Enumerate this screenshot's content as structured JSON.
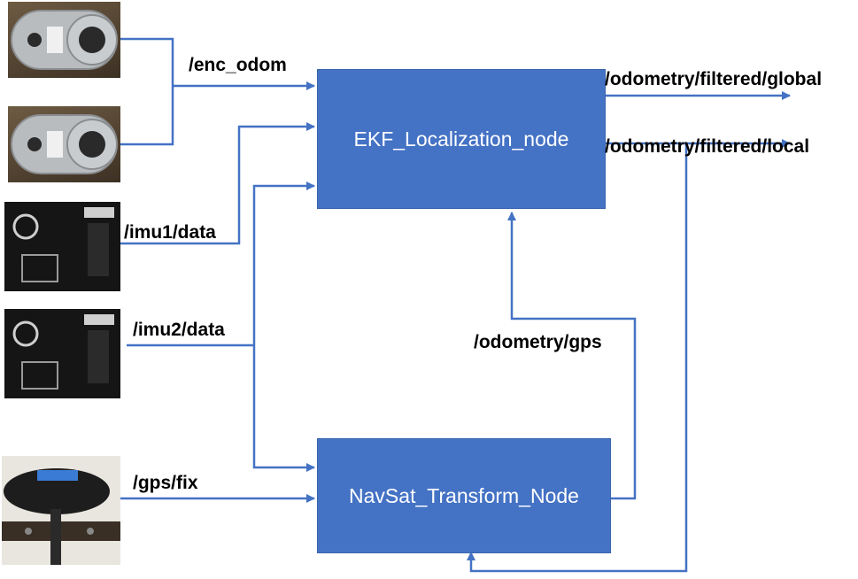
{
  "nodes": {
    "ekf": "EKF_Localization_node",
    "navsat": "NavSat_Transform_Node"
  },
  "topics": {
    "enc_odom": "/enc_odom",
    "imu1": "/imu1/data",
    "imu2": "/imu2/data",
    "gps_fix": "/gps/fix",
    "odom_global": "/odometry/filtered/global",
    "odom_local": "/odometry/filtered/local",
    "odom_gps": "/odometry/gps"
  },
  "sensors": {
    "encoder_1": "wheel-encoder",
    "encoder_2": "wheel-encoder",
    "imu_1": "phidget-imu",
    "imu_2": "phidget-imu",
    "gps": "gps-receiver"
  },
  "colors": {
    "node_fill": "#4472c4",
    "arrow": "#4472c4",
    "node_text": "#ffffff",
    "label_text": "#000000"
  }
}
